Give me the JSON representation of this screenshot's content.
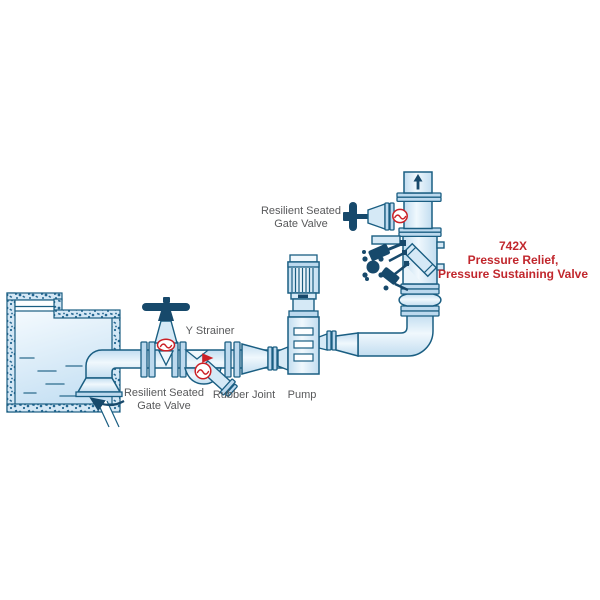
{
  "labels": {
    "upper_gate_valve_line1": "Resilient Seated",
    "upper_gate_valve_line2": "Gate Valve",
    "relief_valve_line1": "742X",
    "relief_valve_line2": "Pressure Relief,",
    "relief_valve_line3": "Pressure Sustaining Valve",
    "y_strainer": "Y Strainer",
    "lower_gate_valve_line1": "Resilient Seated",
    "lower_gate_valve_line2": "Gate Valve",
    "rubber_joint": "Rubber Joint",
    "pump": "Pump"
  },
  "colors": {
    "outline": "#1a5e82",
    "dark_navy": "#17496b",
    "pipe_light": "#f0f8fd",
    "pipe_mid": "#d5e9f6",
    "pipe_dark": "#c2ddf0",
    "flange_fill": "#bcd9ee",
    "wall_base": "#d3e7f5",
    "wall_speckle": "#236690",
    "water_top": "#f4fafe",
    "water_bottom": "#c9e2f4",
    "accent_red": "#c1272d",
    "logo_red": "#cb2026",
    "label_gray": "#58595b",
    "background": "#ffffff"
  }
}
